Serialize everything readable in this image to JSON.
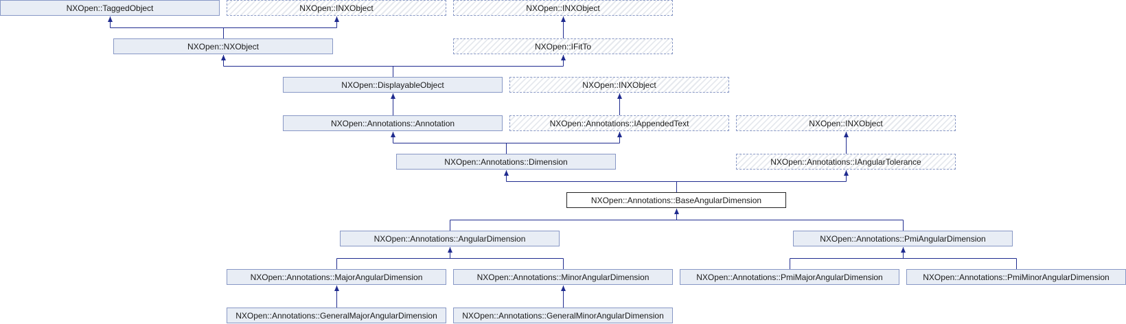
{
  "diagram": {
    "nodes": [
      {
        "id": "tagged_object",
        "label": "NXOpen::TaggedObject",
        "style": "solid"
      },
      {
        "id": "inx_object_1",
        "label": "NXOpen::INXObject",
        "style": "dashed"
      },
      {
        "id": "inx_object_2",
        "label": "NXOpen::INXObject",
        "style": "dashed"
      },
      {
        "id": "nx_object",
        "label": "NXOpen::NXObject",
        "style": "solid"
      },
      {
        "id": "ifit_to",
        "label": "NXOpen::IFitTo",
        "style": "dashed"
      },
      {
        "id": "displayable_object",
        "label": "NXOpen::DisplayableObject",
        "style": "solid"
      },
      {
        "id": "inx_object_3",
        "label": "NXOpen::INXObject",
        "style": "dashed"
      },
      {
        "id": "annotation",
        "label": "NXOpen::Annotations::Annotation",
        "style": "solid"
      },
      {
        "id": "iappended_text",
        "label": "NXOpen::Annotations::IAppendedText",
        "style": "dashed"
      },
      {
        "id": "inx_object_4",
        "label": "NXOpen::INXObject",
        "style": "dashed"
      },
      {
        "id": "dimension",
        "label": "NXOpen::Annotations::Dimension",
        "style": "solid"
      },
      {
        "id": "iangular_tolerance",
        "label": "NXOpen::Annotations::IAngularTolerance",
        "style": "dashed"
      },
      {
        "id": "base_angular_dimension",
        "label": "NXOpen::Annotations::BaseAngularDimension",
        "style": "current"
      },
      {
        "id": "angular_dimension",
        "label": "NXOpen::Annotations::AngularDimension",
        "style": "solid"
      },
      {
        "id": "pmi_angular_dimension",
        "label": "NXOpen::Annotations::PmiAngularDimension",
        "style": "solid"
      },
      {
        "id": "major_angular_dimension",
        "label": "NXOpen::Annotations::MajorAngularDimension",
        "style": "solid"
      },
      {
        "id": "minor_angular_dimension",
        "label": "NXOpen::Annotations::MinorAngularDimension",
        "style": "solid"
      },
      {
        "id": "pmi_major_angular_dimension",
        "label": "NXOpen::Annotations::PmiMajorAngularDimension",
        "style": "solid"
      },
      {
        "id": "pmi_minor_angular_dimension",
        "label": "NXOpen::Annotations::PmiMinorAngularDimension",
        "style": "solid"
      },
      {
        "id": "general_major_angular_dimension",
        "label": "NXOpen::Annotations::GeneralMajorAngularDimension",
        "style": "solid"
      },
      {
        "id": "general_minor_angular_dimension",
        "label": "NXOpen::Annotations::GeneralMinorAngularDimension",
        "style": "solid"
      }
    ],
    "edges": [
      {
        "from": "nx_object",
        "to": "tagged_object"
      },
      {
        "from": "nx_object",
        "to": "inx_object_1"
      },
      {
        "from": "ifit_to",
        "to": "inx_object_2"
      },
      {
        "from": "displayable_object",
        "to": "nx_object"
      },
      {
        "from": "displayable_object",
        "to": "ifit_to"
      },
      {
        "from": "annotation",
        "to": "displayable_object"
      },
      {
        "from": "iappended_text",
        "to": "inx_object_3"
      },
      {
        "from": "dimension",
        "to": "annotation"
      },
      {
        "from": "dimension",
        "to": "iappended_text"
      },
      {
        "from": "iangular_tolerance",
        "to": "inx_object_4"
      },
      {
        "from": "base_angular_dimension",
        "to": "dimension"
      },
      {
        "from": "base_angular_dimension",
        "to": "iangular_tolerance"
      },
      {
        "from": "angular_dimension",
        "to": "base_angular_dimension"
      },
      {
        "from": "pmi_angular_dimension",
        "to": "base_angular_dimension"
      },
      {
        "from": "major_angular_dimension",
        "to": "angular_dimension"
      },
      {
        "from": "minor_angular_dimension",
        "to": "angular_dimension"
      },
      {
        "from": "pmi_major_angular_dimension",
        "to": "pmi_angular_dimension"
      },
      {
        "from": "pmi_minor_angular_dimension",
        "to": "pmi_angular_dimension"
      },
      {
        "from": "general_major_angular_dimension",
        "to": "major_angular_dimension"
      },
      {
        "from": "general_minor_angular_dimension",
        "to": "minor_angular_dimension"
      }
    ],
    "colors": {
      "edge": "#1f2b8f",
      "solid_fill": "#e8edf5",
      "border": "#8797c5",
      "current_border": "#222222"
    }
  }
}
